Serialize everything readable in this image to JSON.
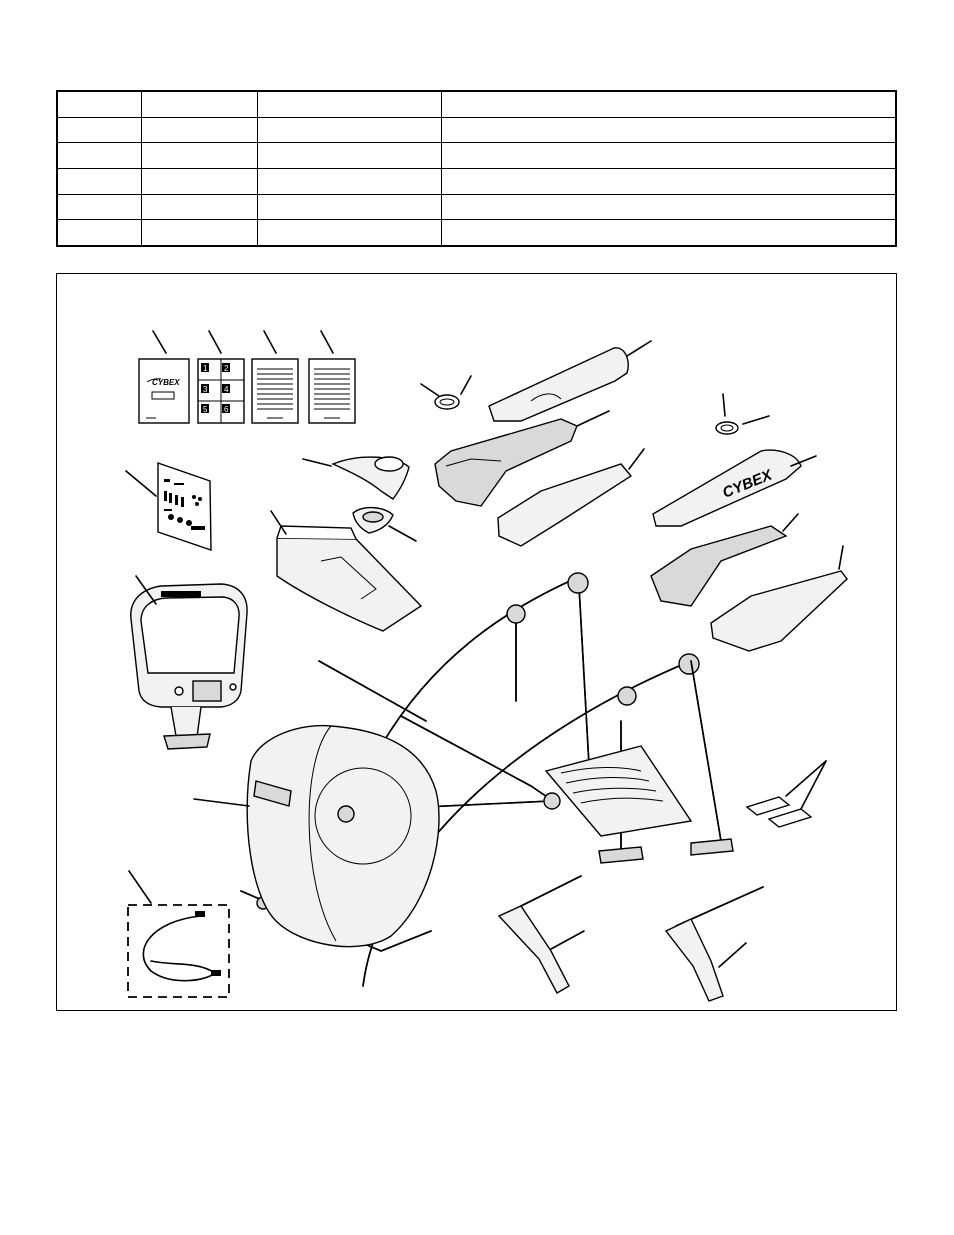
{
  "parts_table": {
    "rows": [
      [
        "",
        "",
        "",
        ""
      ],
      [
        "",
        "",
        "",
        ""
      ],
      [
        "",
        "",
        "",
        ""
      ],
      [
        "",
        "",
        "",
        ""
      ],
      [
        "",
        "",
        "",
        ""
      ],
      [
        "",
        "",
        "",
        ""
      ]
    ]
  },
  "figure": {
    "manual_logo": "CYBEX",
    "cover_logo": "CYBEX",
    "page_numbers": [
      "1",
      "2",
      "3",
      "4",
      "5",
      "6"
    ]
  }
}
